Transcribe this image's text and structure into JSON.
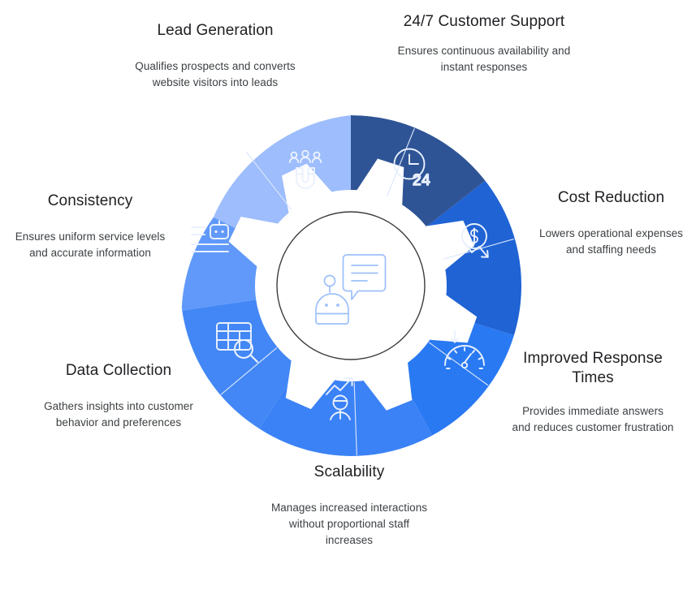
{
  "wheel": {
    "center_icon": "chatbot-speech-bubble-icon",
    "outer_radius": 210,
    "inner_radius": 118,
    "hub_radius": 91,
    "hub_fill": "#ffffff",
    "hub_stroke": "#3c3c3c",
    "icon_stroke": "#eaf1fe",
    "divider_stroke": "#dbe6fb"
  },
  "segments": [
    {
      "id": "lead-generation",
      "title": "Lead Generation",
      "description": "Qualifies prospects and converts website visitors into leads",
      "color": "#9dbdfc",
      "icon": "magnet-people-icon",
      "start_angle": -90,
      "end_angle": -38
    },
    {
      "id": "customer-support",
      "title": "24/7 Customer Support",
      "description": "Ensures continuous availability and instant responses",
      "color": "#2e5496",
      "icon": "clock-24-icon",
      "start_angle": -90,
      "end_angle": -38
    },
    {
      "id": "cost-reduction",
      "title": "Cost Reduction",
      "description": "Lowers operational expenses and staffing needs",
      "color": "#1f63d4",
      "icon": "dollar-down-arrow-icon",
      "start_angle": -38,
      "end_angle": 22
    },
    {
      "id": "response-times",
      "title": "Improved Response Times",
      "description": "Provides immediate answers and reduces customer frustration",
      "color": "#2979f2",
      "icon": "speed-gauge-icon",
      "start_angle": 22,
      "end_angle": 74
    },
    {
      "id": "scalability",
      "title": "Scalability",
      "description": "Manages increased interactions without proportional staff increases",
      "color": "#3b82f6",
      "icon": "growth-chart-person-icon",
      "start_angle": 74,
      "end_angle": 126
    },
    {
      "id": "data-collection",
      "title": "Data Collection",
      "description": "Gathers insights into customer behavior and preferences",
      "color": "#4287f5",
      "icon": "table-search-icon",
      "start_angle": 126,
      "end_angle": 178
    },
    {
      "id": "consistency",
      "title": "Consistency",
      "description": "Ensures uniform service levels and accurate information",
      "color": "#6099f9",
      "icon": "robot-document-icon",
      "start_angle": 178,
      "end_angle": 230
    }
  ],
  "chart_data": {
    "type": "pie",
    "title": "",
    "categories": [
      "Lead Generation",
      "24/7 Customer Support",
      "Cost Reduction",
      "Improved Response Times",
      "Scalability",
      "Data Collection",
      "Consistency"
    ],
    "values": [
      14.3,
      14.3,
      14.3,
      14.3,
      14.3,
      14.3,
      14.3
    ],
    "colors": [
      "#9dbdfc",
      "#2e5496",
      "#1f63d4",
      "#2979f2",
      "#3b82f6",
      "#4287f5",
      "#6099f9"
    ],
    "legend": "none",
    "donut": true,
    "xlabel": "",
    "ylabel": ""
  }
}
